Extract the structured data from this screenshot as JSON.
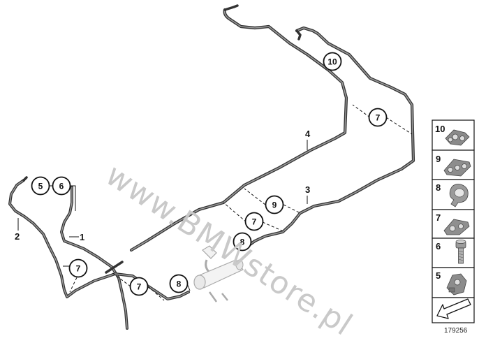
{
  "watermark": "www.BMWstore.pl",
  "diagram_id": "179256",
  "labels": {
    "l1": "1",
    "l2": "2",
    "l3": "3",
    "l4": "4"
  },
  "callouts": {
    "c5": "5",
    "c6": "6",
    "c7a": "7",
    "c7b": "7",
    "c7c": "7",
    "c7d": "7",
    "c8a": "8",
    "c8b": "8",
    "c9": "9",
    "c10": "10"
  },
  "legend": [
    {
      "number": "10",
      "icon": "clip-10-icon"
    },
    {
      "number": "9",
      "icon": "clip-9-icon"
    },
    {
      "number": "8",
      "icon": "clamp-8-icon"
    },
    {
      "number": "7",
      "icon": "clip-7-icon"
    },
    {
      "number": "6",
      "icon": "bolt-6-icon"
    },
    {
      "number": "5",
      "icon": "bracket-5-icon"
    }
  ]
}
